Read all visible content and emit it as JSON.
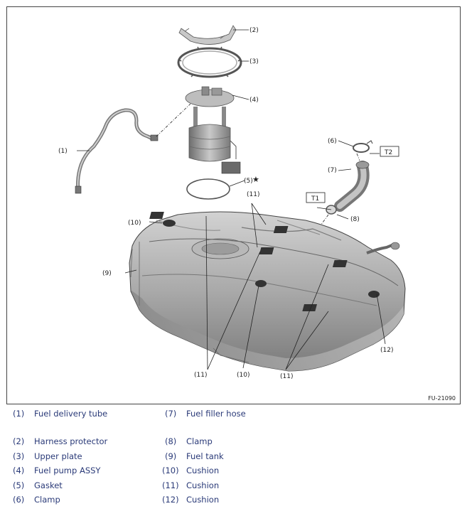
{
  "figure": {
    "id": "FU-21090",
    "tags": {
      "t1": "T1",
      "t2": "T2"
    },
    "star": "★",
    "callouts": {
      "c1": "(1)",
      "c2": "(2)",
      "c3": "(3)",
      "c4": "(4)",
      "c5": "(5)",
      "c6": "(6)",
      "c7": "(7)",
      "c8": "(8)",
      "c9": "(9)",
      "c10a": "(10)",
      "c10b": "(10)",
      "c11a": "(11)",
      "c11b": "(11)",
      "c11c": "(11)",
      "c12": "(12)"
    }
  },
  "legend": {
    "left": [
      {
        "num": "(1)",
        "name": "Fuel delivery tube"
      },
      {
        "num": "(2)",
        "name": "Harness protector"
      },
      {
        "num": "(3)",
        "name": "Upper plate"
      },
      {
        "num": "(4)",
        "name": "Fuel pump ASSY"
      },
      {
        "num": "(5)",
        "name": "Gasket"
      },
      {
        "num": "(6)",
        "name": "Clamp"
      }
    ],
    "right": [
      {
        "num": "(7)",
        "name": "Fuel filler hose"
      },
      {
        "num": "(8)",
        "name": "Clamp"
      },
      {
        "num": "(9)",
        "name": "Fuel tank"
      },
      {
        "num": "(10)",
        "name": "Cushion"
      },
      {
        "num": "(11)",
        "name": "Cushion"
      },
      {
        "num": "(12)",
        "name": "Cushion"
      }
    ]
  }
}
